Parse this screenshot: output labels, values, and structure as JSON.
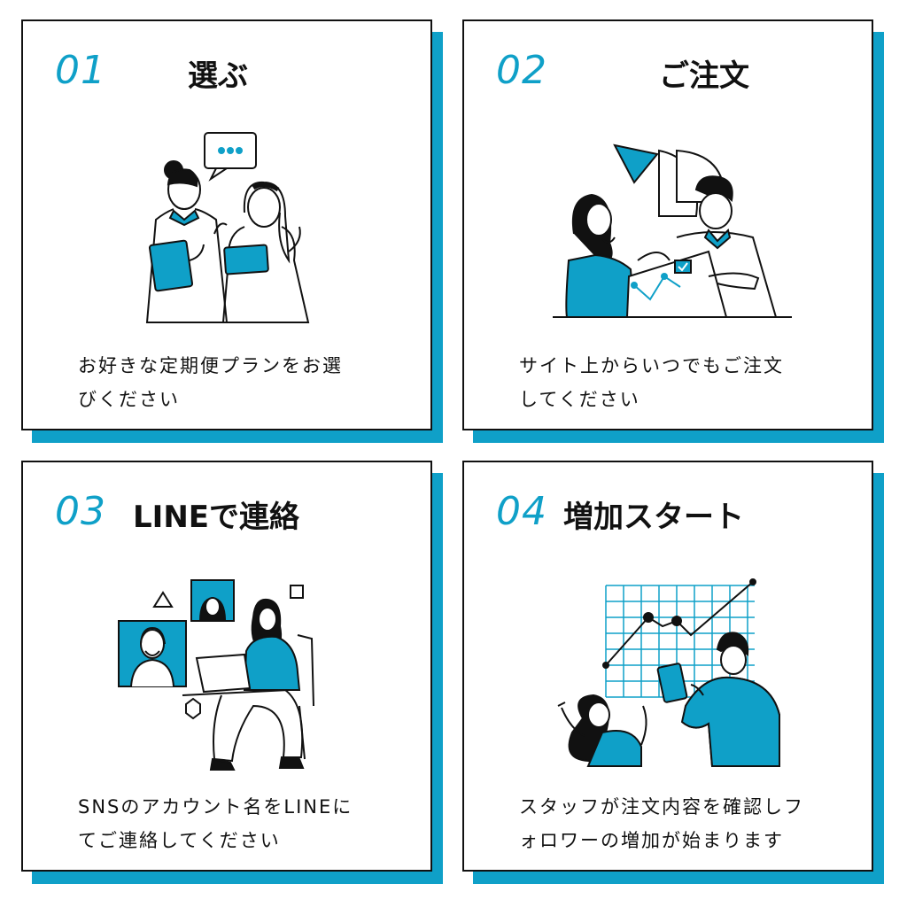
{
  "colors": {
    "accent": "#0fa0c8",
    "border": "#111111",
    "background": "#ffffff"
  },
  "steps": [
    {
      "num": "01",
      "title": "選ぶ",
      "desc_line1": "お好きな定期便プランをお選",
      "desc_line2": "びください",
      "illustration": "two-women-chatting-illustration"
    },
    {
      "num": "02",
      "title": "ご注文",
      "desc_line1": "サイト上からいつでもご注文",
      "desc_line2": "してください",
      "illustration": "order-meeting-illustration"
    },
    {
      "num": "03",
      "title": "LINEで連絡",
      "desc_line1": "SNSのアカウント名をLINEに",
      "desc_line2": "てご連絡してください",
      "illustration": "video-call-laptop-illustration"
    },
    {
      "num": "04",
      "title": "増加スタート",
      "desc_line1": "スタッフが注文内容を確認しフ",
      "desc_line2": "ォロワーの増加が始まります",
      "illustration": "growth-chart-illustration"
    }
  ]
}
